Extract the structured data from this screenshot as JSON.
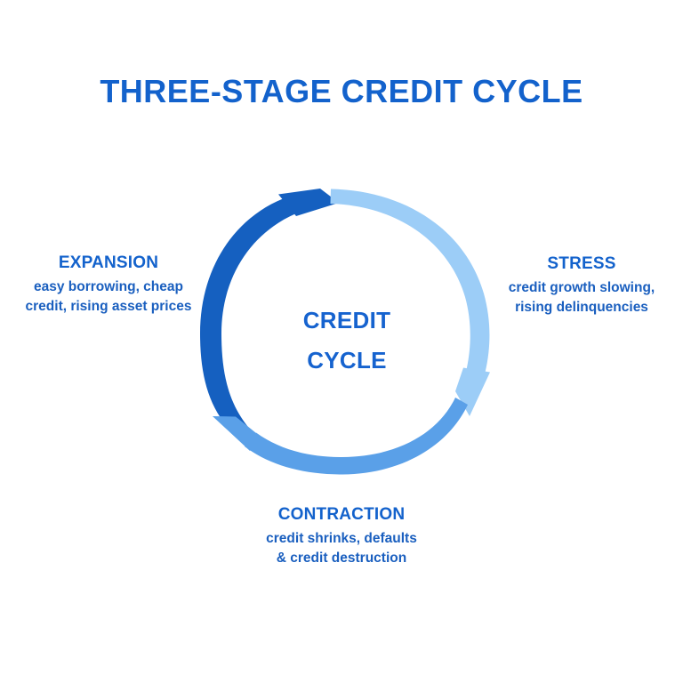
{
  "page": {
    "title": "THREE-STAGE CREDIT CYCLE",
    "background_color": "#ffffff"
  },
  "colors": {
    "title_blue": "#1362cc",
    "heading_blue": "#1362cc",
    "body_blue": "#1a5fbf",
    "center_blue": "#1663cf",
    "arc_expansion_dark": "#1560c0",
    "arc_stress_light": "#9ccdf7",
    "arc_contraction_mid": "#5aa0e8"
  },
  "diagram": {
    "name": "three-stage-credit-cycle",
    "center_label": {
      "line1": "CREDIT",
      "line2": "CYCLE"
    },
    "stages": [
      {
        "id": "expansion",
        "heading": "EXPANSION",
        "description_line1": "easy borrowing, cheap",
        "description_line2": "credit, rising asset prices",
        "arc_color": "#1560c0",
        "position": "left"
      },
      {
        "id": "stress",
        "heading": "STRESS",
        "description_line1": "credit growth slowing,",
        "description_line2": "rising delinquencies",
        "arc_color": "#9ccdf7",
        "position": "right"
      },
      {
        "id": "contraction",
        "heading": "CONTRACTION",
        "description_line1": "credit shrinks, defaults",
        "description_line2": "& credit destruction",
        "arc_color": "#5aa0e8",
        "position": "bottom"
      }
    ]
  }
}
